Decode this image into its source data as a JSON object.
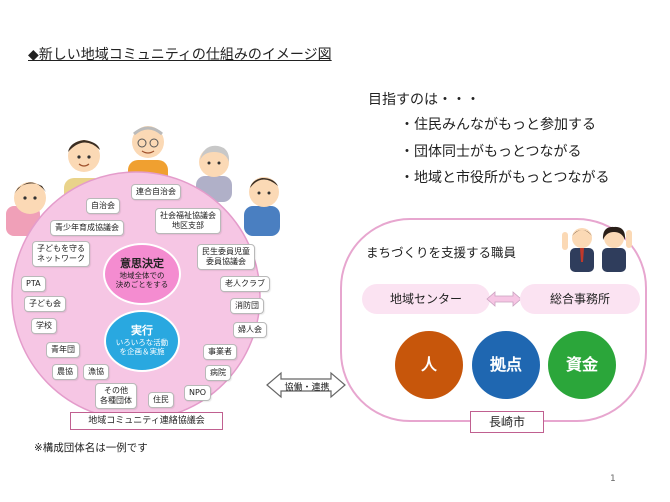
{
  "title": "◆新しい地域コミュニティの仕組みのイメージ図",
  "goals": {
    "heading": "目指すのは・・・",
    "items": [
      "住民みんながもっと参加する",
      "団体同士がもっとつながる",
      "地域と市役所がもっとつながる"
    ]
  },
  "community": {
    "decision": {
      "title": "意思決定",
      "subtitle": "地域全体での\n決めごとをする"
    },
    "action": {
      "title": "実行",
      "subtitle": "いろいろな活動\nを企画＆実施"
    },
    "organizations": [
      "連合自治会",
      "自治会",
      "青少年育成協議会",
      "社会福祉協議会\n地区支部",
      "子どもを守る\nネットワーク",
      "民生委員児童\n委員協議会",
      "老人クラブ",
      "PTA",
      "消防団",
      "子ども会",
      "婦人会",
      "学校",
      "事業者",
      "青年団",
      "病院",
      "農協",
      "漁協",
      "NPO",
      "その他\n各種団体",
      "住民"
    ],
    "federation_label": "地域コミュニティ連絡協議会",
    "note": "※構成団体名は一例です"
  },
  "link_label": "協働・連携",
  "city": {
    "support_label": "まちづくりを支援する職員",
    "center_label": "地域センター",
    "office_label": "総合事務所",
    "resources": [
      "人",
      "拠点",
      "資金"
    ],
    "label": "長崎市"
  },
  "page_number": "1",
  "colors": {
    "community_pink": "#f6c6e4",
    "decision_pink": "#f48cd0",
    "action_blue": "#29a8e0",
    "resource_orange": "#c7560b",
    "resource_blue": "#1f67b1",
    "resource_green": "#2ba63a"
  }
}
